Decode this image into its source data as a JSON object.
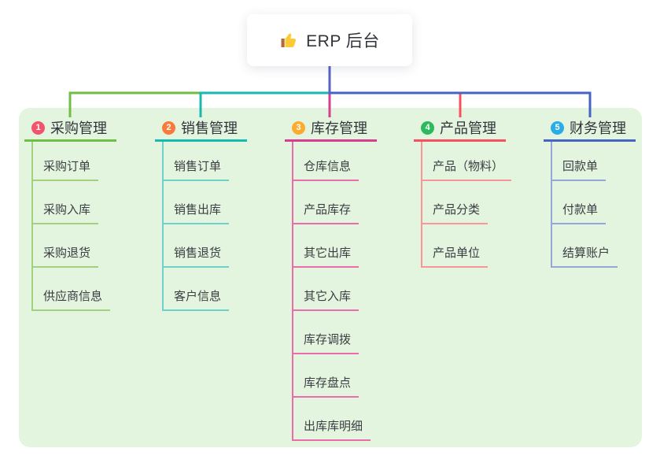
{
  "root": {
    "icon": "thumbs-up-icon",
    "label": "ERP 后台"
  },
  "colors": {
    "page_bg": "#ffffff",
    "panel_bg": "#e4f5df",
    "root_connector": "#5463c8",
    "title_text": "#31343a",
    "child_text": "#3a3d43"
  },
  "branches": [
    {
      "num": "1",
      "title": "采购管理",
      "badge_color": "#f2536d",
      "line_color": "#6fbf44",
      "light_line_color": "#a3d27f",
      "children": [
        "采购订单",
        "采购入库",
        "采购退货",
        "供应商信息"
      ]
    },
    {
      "num": "2",
      "title": "销售管理",
      "badge_color": "#f97b3b",
      "line_color": "#17b9b1",
      "light_line_color": "#6ed2ca",
      "children": [
        "销售订单",
        "销售出库",
        "销售退货",
        "客户信息"
      ]
    },
    {
      "num": "3",
      "title": "库存管理",
      "badge_color": "#fbab30",
      "line_color": "#d43f90",
      "light_line_color": "#ea6cac",
      "children": [
        "仓库信息",
        "产品库存",
        "其它出库",
        "其它入库",
        "库存调拨",
        "库存盘点",
        "出库库明细"
      ]
    },
    {
      "num": "4",
      "title": "产品管理",
      "badge_color": "#2dba5d",
      "line_color": "#f8505f",
      "light_line_color": "#f7979a",
      "children": [
        "产品（物料）",
        "产品分类",
        "产品单位"
      ]
    },
    {
      "num": "5",
      "title": "财务管理",
      "badge_color": "#29ade4",
      "line_color": "#4663c5",
      "light_line_color": "#94a6da",
      "children": [
        "回款单",
        "付款单",
        "结算账户"
      ]
    }
  ]
}
